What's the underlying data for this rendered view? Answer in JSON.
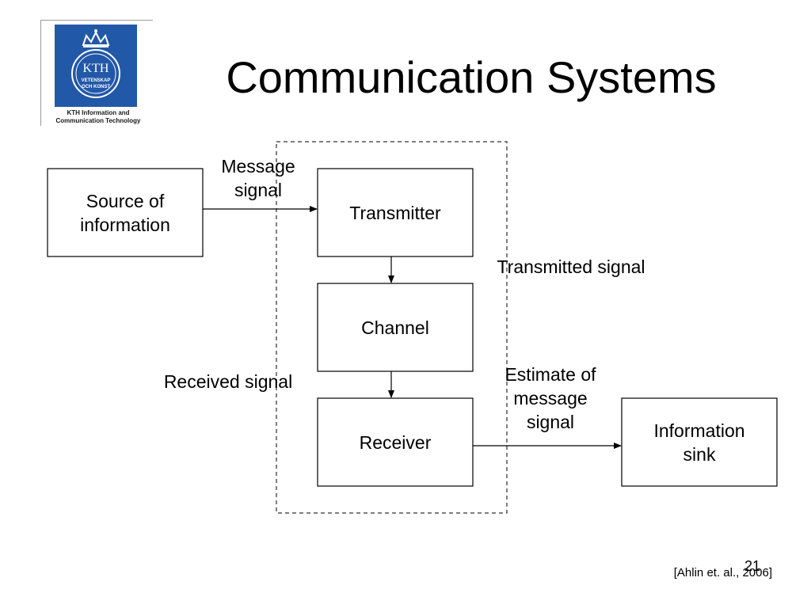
{
  "slide": {
    "title": "Communication Systems",
    "logo": {
      "emblem_text": "KTH",
      "emblem_sub1": "VETENSKAP",
      "emblem_sub2": "OCH KONST",
      "caption_line1": "KTH Information and",
      "caption_line2": "Communication Technology",
      "color": "#2258a8"
    },
    "citation": "[Ahlin et. al., 2006]",
    "page_number": "21"
  },
  "diagram": {
    "blocks": {
      "source": "Source of\ninformation",
      "transmitter": "Transmitter",
      "channel": "Channel",
      "receiver": "Receiver",
      "sink": "Information\nsink"
    },
    "signals": {
      "message": "Message\nsignal",
      "transmitted": "Transmitted signal",
      "received": "Received signal",
      "estimate": "Estimate of\nmessage\nsignal"
    }
  }
}
